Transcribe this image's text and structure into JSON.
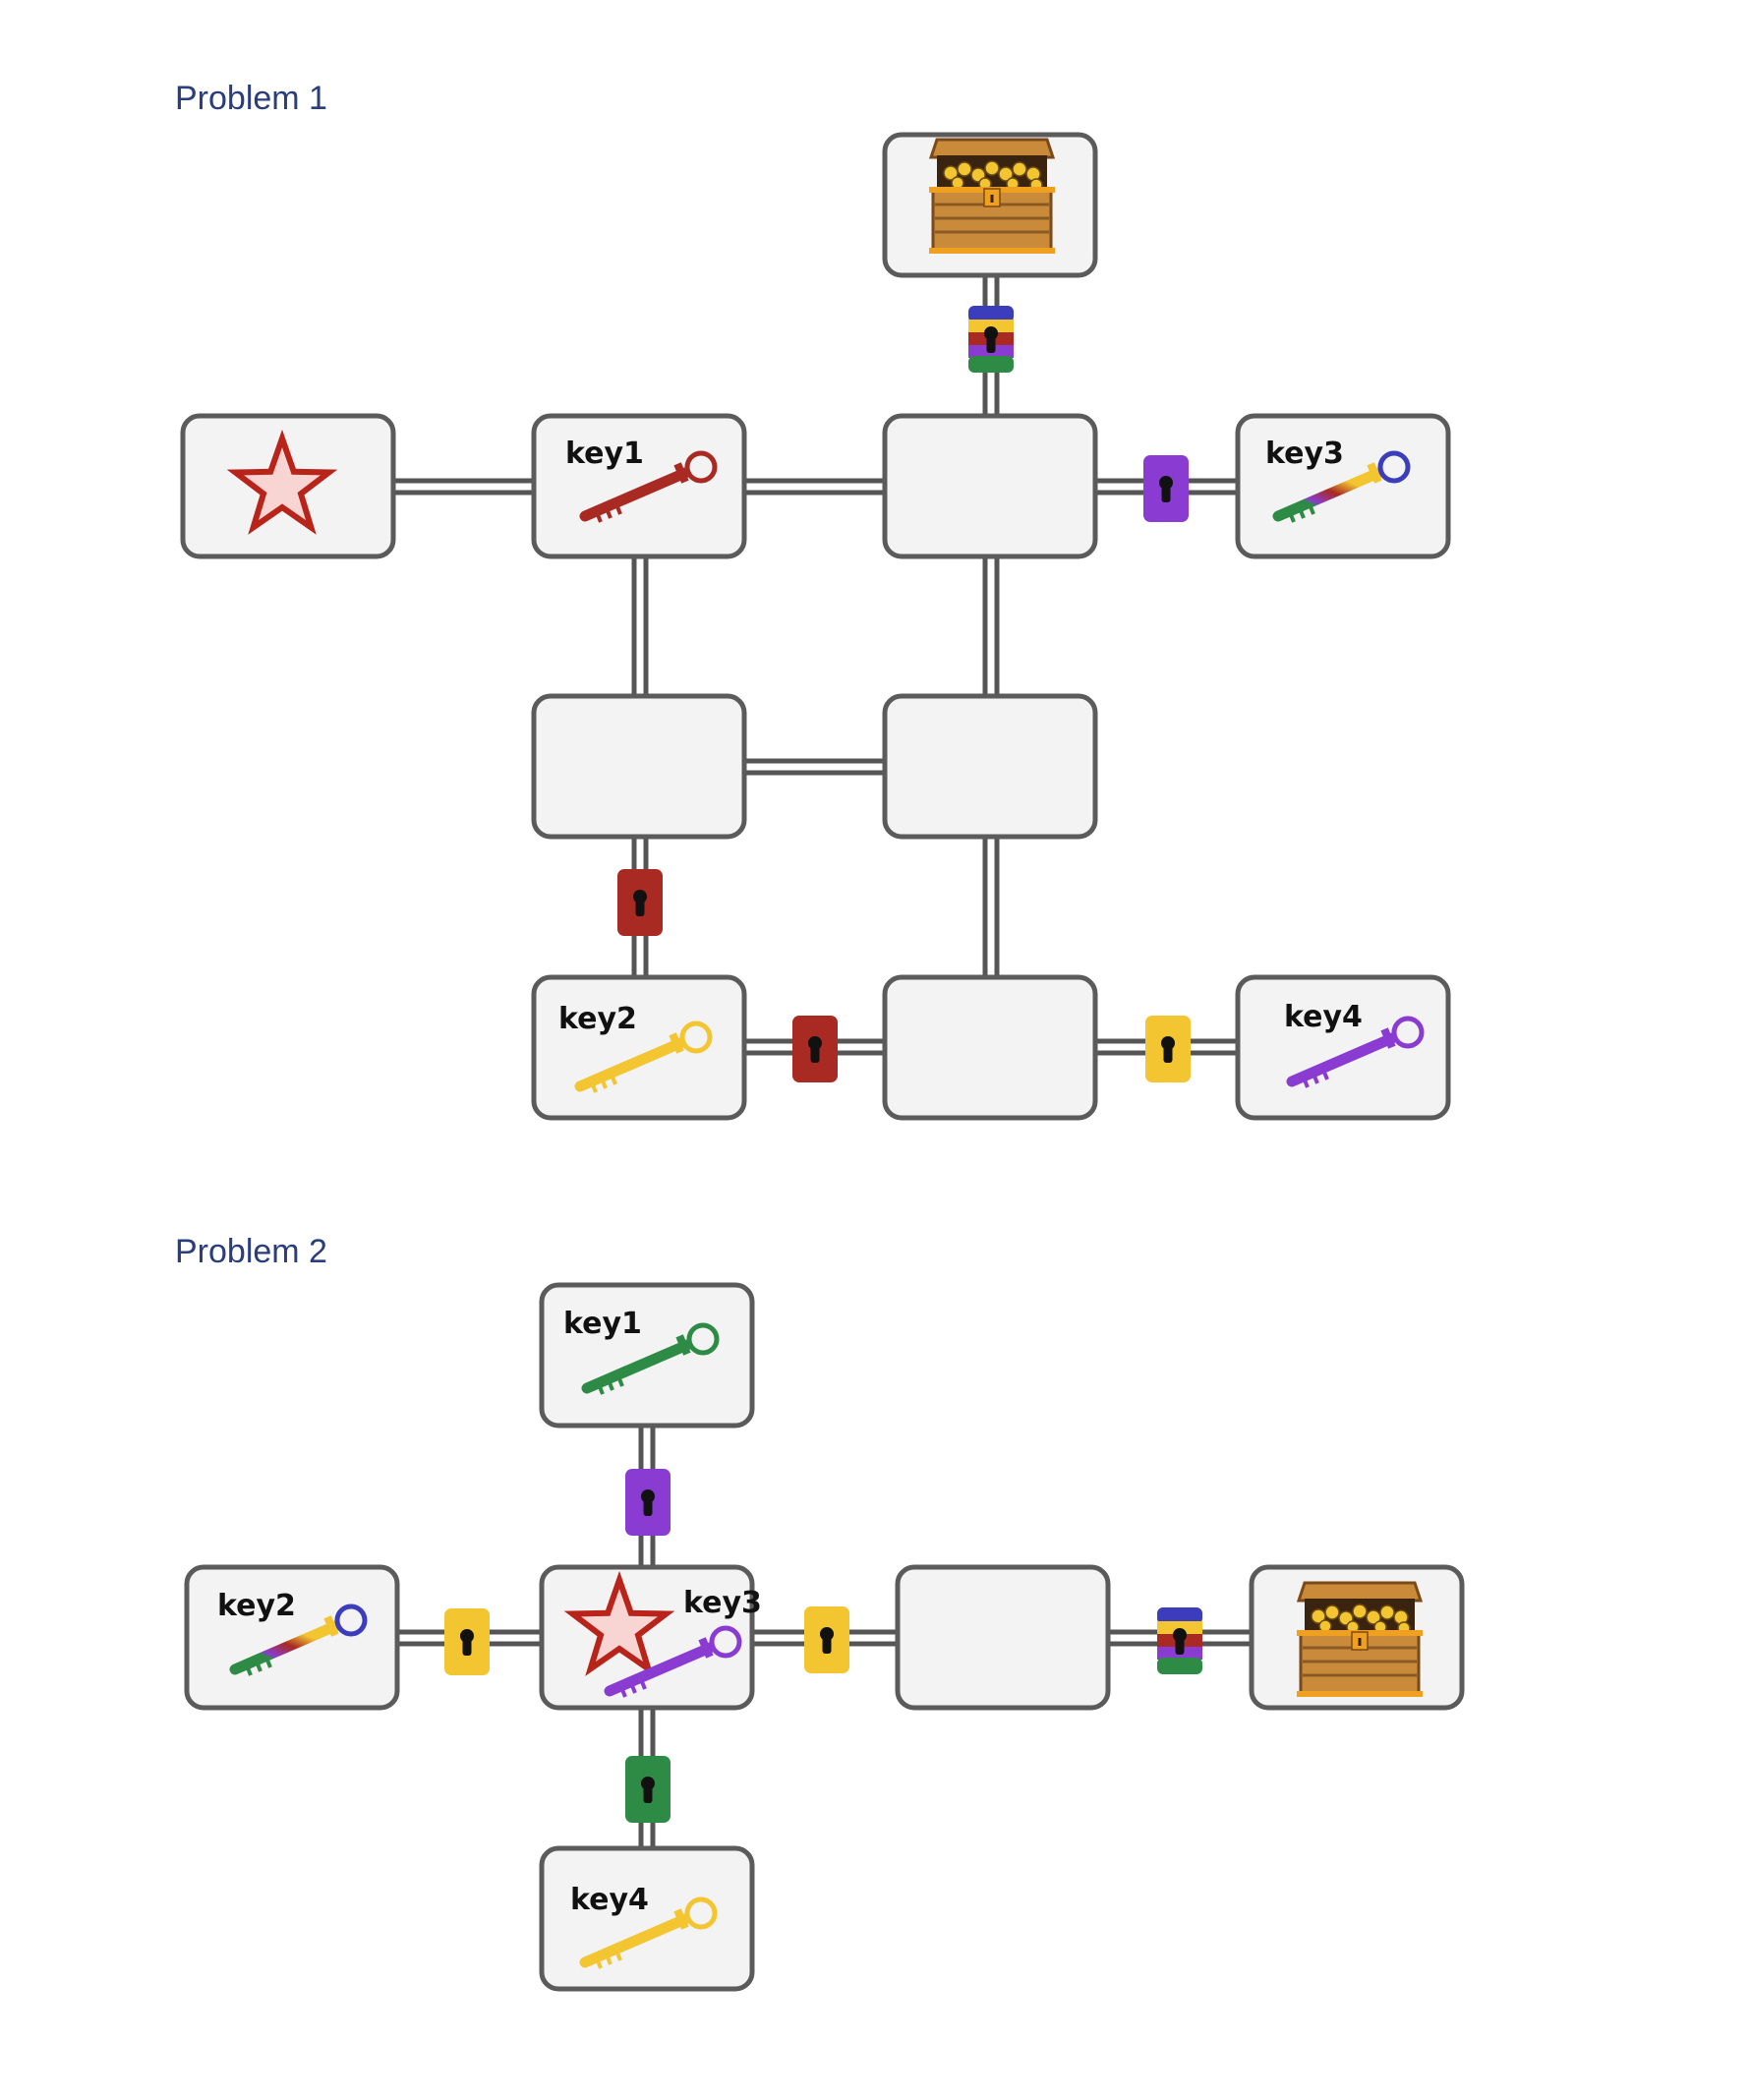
{
  "problems": [
    {
      "title": "Problem 1",
      "keys": [
        {
          "label": "key1",
          "color": "#a82a22"
        },
        {
          "label": "key2",
          "color": "#f2c531"
        },
        {
          "label": "key3",
          "color": "rainbow"
        },
        {
          "label": "key4",
          "color": "#8a3bd1"
        }
      ],
      "locks": [
        "rainbow",
        "purple",
        "red",
        "red",
        "yellow"
      ],
      "start_icon": "star-icon",
      "goal_icon": "treasure-chest-icon"
    },
    {
      "title": "Problem 2",
      "keys": [
        {
          "label": "key1",
          "color": "#2e8b45"
        },
        {
          "label": "key2",
          "color": "rainbow"
        },
        {
          "label": "key3",
          "color": "#8a3bd1"
        },
        {
          "label": "key4",
          "color": "#f2c531"
        }
      ],
      "locks": [
        "purple",
        "yellow",
        "yellow",
        "rainbow",
        "green"
      ],
      "start_icon": "star-icon",
      "goal_icon": "treasure-chest-icon"
    }
  ],
  "colors": {
    "red": "#a82a22",
    "yellow": "#f2c531",
    "purple": "#8a3bd1",
    "green": "#2e8b45",
    "blue": "#3b3dbd",
    "room_fill": "#f3f3f3",
    "room_stroke": "#5b5b5b",
    "title": "#2a3d7c"
  }
}
